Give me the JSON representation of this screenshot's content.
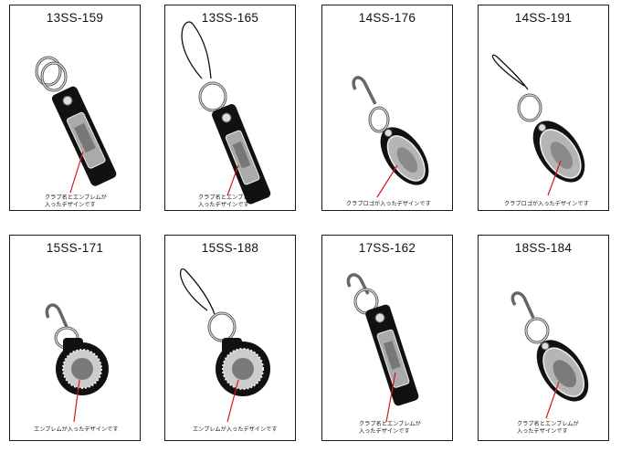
{
  "products": [
    {
      "code": "13SS-159",
      "caption": "クラブ名とエンブレムが\n入ったデザインです",
      "shape": "strap-bar"
    },
    {
      "code": "13SS-165",
      "caption": "クラブ名とエンブレムが\n入ったデザインです",
      "shape": "strap-bar-cord"
    },
    {
      "code": "14SS-176",
      "caption": "クラブロゴが入ったデザインです",
      "shape": "oval-hook"
    },
    {
      "code": "14SS-191",
      "caption": "クラブロゴが入ったデザインです",
      "shape": "oval-cord"
    },
    {
      "code": "15SS-171",
      "caption": "エンブレムが入ったデザインです",
      "shape": "round-hook"
    },
    {
      "code": "15SS-188",
      "caption": "エンブレムが入ったデザインです",
      "shape": "round-cord"
    },
    {
      "code": "17SS-162",
      "caption": "クラブ名とエンブレムが\n入ったデザインです",
      "shape": "strap-bar-hook"
    },
    {
      "code": "18SS-184",
      "caption": "クラブ名とエンブレムが\n入ったデザインです",
      "shape": "oval-hook-2"
    }
  ],
  "colors": {
    "leather": "#111111",
    "metal": "#c9c9c9",
    "pointer": "#d21a1a",
    "border": "#1a1a1a"
  }
}
